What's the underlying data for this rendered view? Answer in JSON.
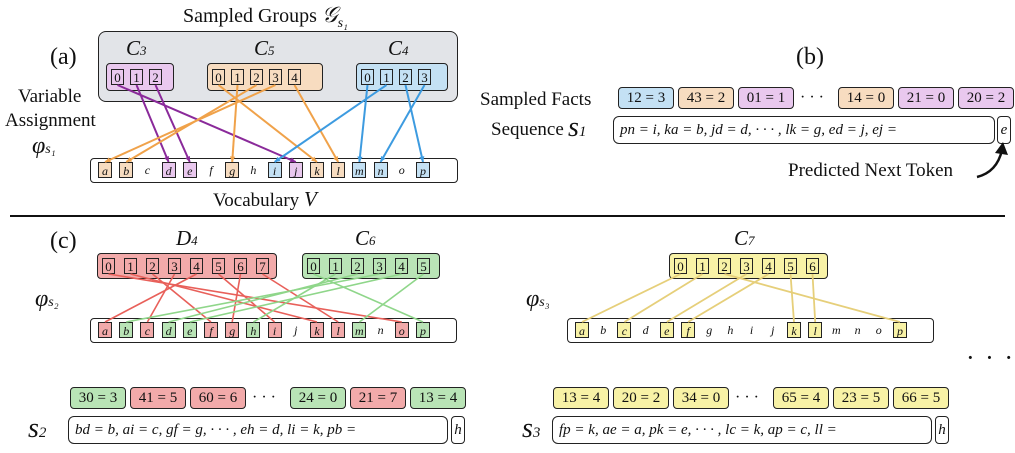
{
  "colors": {
    "C3": "#e9c8ee",
    "C5": "#f7dcc0",
    "C4": "#c4e1f4",
    "D4": "#f2aaaa",
    "C6": "#b9e4b6",
    "C7": "#f8f2a6",
    "gray": "#e2e4e8",
    "lineC3": "#8a2a9a",
    "lineC5": "#f0a24a",
    "lineC4": "#3d9be0",
    "lineD4": "#e8605a",
    "lineC6": "#8fd68a",
    "lineC7": "#e6cf7a"
  },
  "a": {
    "panel_label": "(a)",
    "sampled_groups": "Sampled Groups",
    "script_G": "𝒢",
    "sub_s1": "s₁",
    "var_label1": "Variable",
    "var_label2": "Assignment",
    "phi": "φ",
    "phi_sub": "s₁",
    "vocab_label": "Vocabulary",
    "vocab_V": "V",
    "groups": [
      {
        "name": "C",
        "sub": "3",
        "cells": [
          "0",
          "1",
          "2"
        ]
      },
      {
        "name": "C",
        "sub": "5",
        "cells": [
          "0",
          "1",
          "2",
          "3",
          "4"
        ]
      },
      {
        "name": "C",
        "sub": "4",
        "cells": [
          "0",
          "1",
          "2",
          "3"
        ]
      }
    ],
    "vocab": [
      "a",
      "b",
      "c",
      "d",
      "e",
      "f",
      "g",
      "h",
      "i",
      "j",
      "k",
      "l",
      "m",
      "n",
      "o",
      "p"
    ]
  },
  "b": {
    "panel_label": "(b)",
    "sampled_facts": "Sampled Facts",
    "sequence": "Sequence",
    "s": "s",
    "s_sub": "1",
    "facts": [
      "12 = 3",
      "43 = 2",
      "01 = 1",
      "· · ·",
      "14 = 0",
      "21 = 0",
      "20 = 2"
    ],
    "seq_text": "pn = i, ka = b, jd = d, · · · , lk = g, ed = j, ej =",
    "next_token": "e",
    "predicted": "Predicted Next Token"
  },
  "c": {
    "panel_label": "(c)",
    "D4": {
      "name": "D",
      "sub": "4",
      "cells": [
        "0",
        "1",
        "2",
        "3",
        "4",
        "5",
        "6",
        "7"
      ]
    },
    "C6": {
      "name": "C",
      "sub": "6",
      "cells": [
        "0",
        "1",
        "2",
        "3",
        "4",
        "5"
      ]
    },
    "C7": {
      "name": "C",
      "sub": "7",
      "cells": [
        "0",
        "1",
        "2",
        "3",
        "4",
        "5",
        "6"
      ]
    },
    "phi2": "φ",
    "phi2_sub": "s₂",
    "phi3": "φ",
    "phi3_sub": "s₃",
    "vocab": [
      "a",
      "b",
      "c",
      "d",
      "e",
      "f",
      "g",
      "h",
      "i",
      "j",
      "k",
      "l",
      "m",
      "n",
      "o",
      "p"
    ],
    "facts2": [
      "30 = 3",
      "41 = 5",
      "60 = 6",
      "· · ·",
      "24 = 0",
      "21 = 7",
      "13 = 4"
    ],
    "facts3": [
      "13 = 4",
      "20 = 2",
      "34 = 0",
      "· · ·",
      "65 = 4",
      "23 = 5",
      "66 = 5"
    ],
    "s2": "s",
    "s2_sub": "2",
    "s3": "s",
    "s3_sub": "3",
    "seq2": "bd = b, ai = c, gf = g, · · · , eh = d, li = k, pb =",
    "tok2": "h",
    "seq3": "fp = k, ae = a, pk = e, · · · , lc = k, ap = c, ll =",
    "tok3": "h",
    "ellipsis": "· · ·"
  }
}
